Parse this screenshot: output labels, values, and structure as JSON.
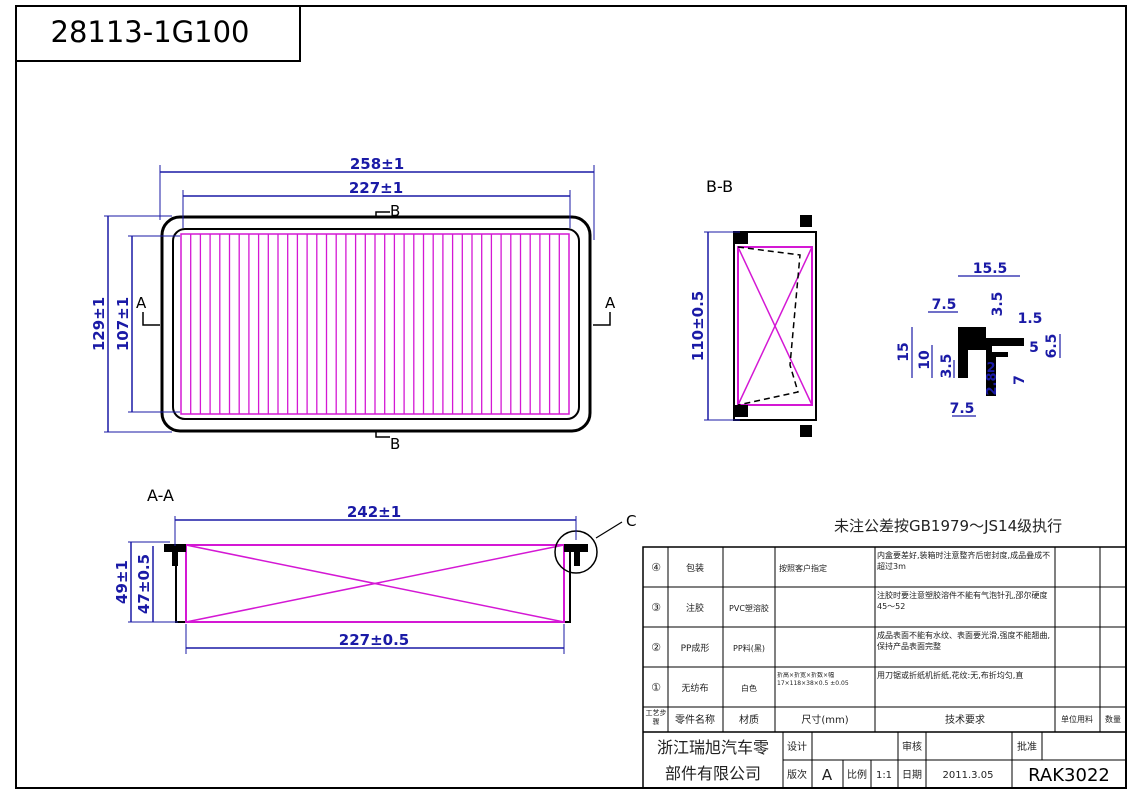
{
  "part_number": "28113-1G100",
  "views": {
    "top": {
      "dim_outer_width": "258±1",
      "dim_inner_width": "227±1",
      "dim_outer_height": "129±1",
      "dim_inner_height": "107±1",
      "section_b_top": "B",
      "section_b_bottom": "B",
      "section_a_left": "A",
      "section_a_right": "A",
      "pleat_count": 40
    },
    "section_bb": {
      "title": "B-B",
      "dim_height": "110±0.5"
    },
    "detail": {
      "dim_15_5": "15.5",
      "dim_7_5_top": "7.5",
      "dim_3_5_top": "3.5",
      "dim_1_5": "1.5",
      "dim_15": "15",
      "dim_10": "10",
      "dim_3_5_left": "3.5",
      "dim_5": "5",
      "dim_6_5": "6.5",
      "dim_2": "2",
      "dim_2_8": "2.8",
      "dim_7": "7",
      "dim_7_5_bottom": "7.5"
    },
    "section_aa": {
      "title": "A-A",
      "dim_top_width": "242±1",
      "dim_bottom_width": "227±0.5",
      "dim_total_height": "49±1",
      "dim_panel_height": "47±0.5",
      "detail_callout": "C"
    }
  },
  "tolerance_note": "未注公差按GB1979～JS14级执行",
  "table": {
    "rows": [
      {
        "no": "④",
        "step": "包装",
        "material": "",
        "size": "按照客户指定",
        "requirement": "内盒要差好,装箱时注意整齐后密封度,成品叠成不超过3m"
      },
      {
        "no": "③",
        "step": "注胶",
        "material": "PVC塑溶胶",
        "size": "",
        "requirement": "注胶时要注意塑胶溶件不能有气泡针孔,邵尔硬度45～52"
      },
      {
        "no": "②",
        "step": "PP成形",
        "material": "PP料(黑)",
        "size": "",
        "requirement": "成品表面不能有水纹、表面要光滑,强度不能翘曲,保持产品表面完整"
      },
      {
        "no": "①",
        "step": "无纺布",
        "material": "白色",
        "size": "折高×折宽×折数×幅 17×118×38×0.5 ±0.05",
        "requirement": "用刀锯或折纸机折纸,花纹:无,布折均匀,直"
      }
    ],
    "header": {
      "step": "工艺步骤",
      "part_name": "零件名称",
      "material": "材质",
      "size": "尺寸(mm)",
      "requirement": "技术要求",
      "unit_usage": "单位用料",
      "quantity": "数量"
    },
    "title_block": {
      "company_line1": "浙江瑞旭汽车零",
      "company_line2": "部件有限公司",
      "design_label": "设计",
      "review_label": "审核",
      "approve_label": "批准",
      "version_label": "版次",
      "version_value": "A",
      "scale_label": "比例",
      "scale_value": "1:1",
      "date_label": "日期",
      "date_value": "2011.3.05",
      "drawing_no": "RAK3022"
    }
  },
  "colors": {
    "outline": "#000000",
    "dimension": "#1a1aa6",
    "media": "#d418d4"
  }
}
